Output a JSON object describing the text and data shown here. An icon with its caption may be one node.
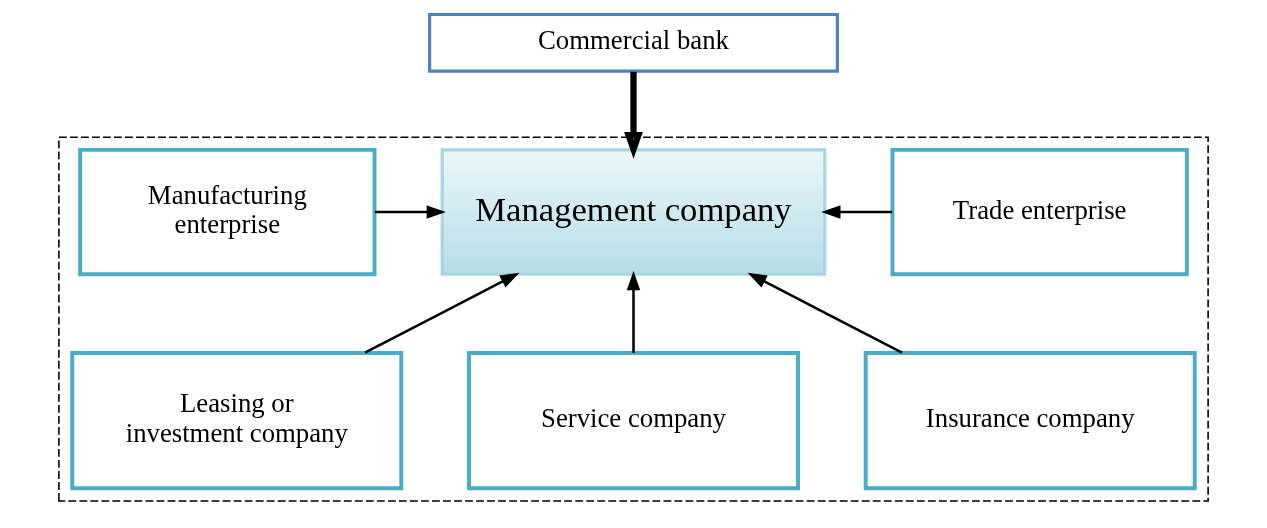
{
  "diagram": {
    "nodes": [
      {
        "text": [
          "Commercial bank"
        ]
      },
      {
        "text": [],
        "shape": "box"
      },
      {
        "text": [
          "Manufacturing enterprise"
        ],
        "in": 1
      },
      {
        "text": [
          "Management company"
        ],
        "in": 1
      },
      {
        "text": [
          "Trade enterprise"
        ],
        "in": 1
      },
      {
        "text": [
          "Leasing or investment company"
        ],
        "in": 1
      },
      {
        "text": [
          "Service company"
        ],
        "in": 1
      },
      {
        "text": [
          "Insurance company"
        ],
        "in": 1
      }
    ],
    "edges": [
      {
        "from": 0,
        "to": 3,
        "arrow": "to",
        "style": "thick"
      },
      {
        "from": 2,
        "to": 3,
        "arrow": "to"
      },
      {
        "from": 4,
        "to": 3,
        "arrow": "to"
      },
      {
        "from": 5,
        "to": 3,
        "arrow": "to"
      },
      {
        "from": 6,
        "to": 3,
        "arrow": "to"
      },
      {
        "from": 7,
        "to": 3,
        "arrow": "to"
      }
    ]
  }
}
